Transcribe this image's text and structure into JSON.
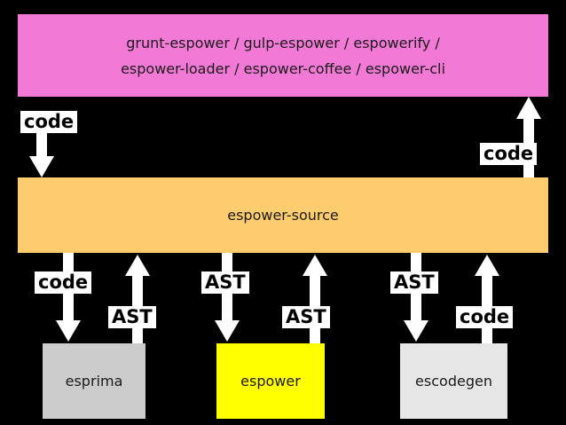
{
  "top_box": {
    "line1": "grunt-espower / gulp-espower / espowerify /",
    "line2": "espower-loader / espower-coffee / espower-cli"
  },
  "mid_box": {
    "label": "espower-source"
  },
  "bottom_boxes": {
    "esprima": "esprima",
    "espower": "espower",
    "escodegen": "escodegen"
  },
  "tags": {
    "top_left": "code",
    "top_right": "code",
    "esprima_down": "code",
    "esprima_up": "AST",
    "espower_down": "AST",
    "espower_up": "AST",
    "escodegen_down": "AST",
    "escodegen_up": "code"
  },
  "colors": {
    "background": "#000000",
    "top_box": "#f27ad6",
    "mid_box": "#fccc6e",
    "esprima_box": "#cccccc",
    "espower_box": "#ffff00",
    "escodegen_box": "#e6e6e6",
    "arrow": "#ffffff"
  }
}
